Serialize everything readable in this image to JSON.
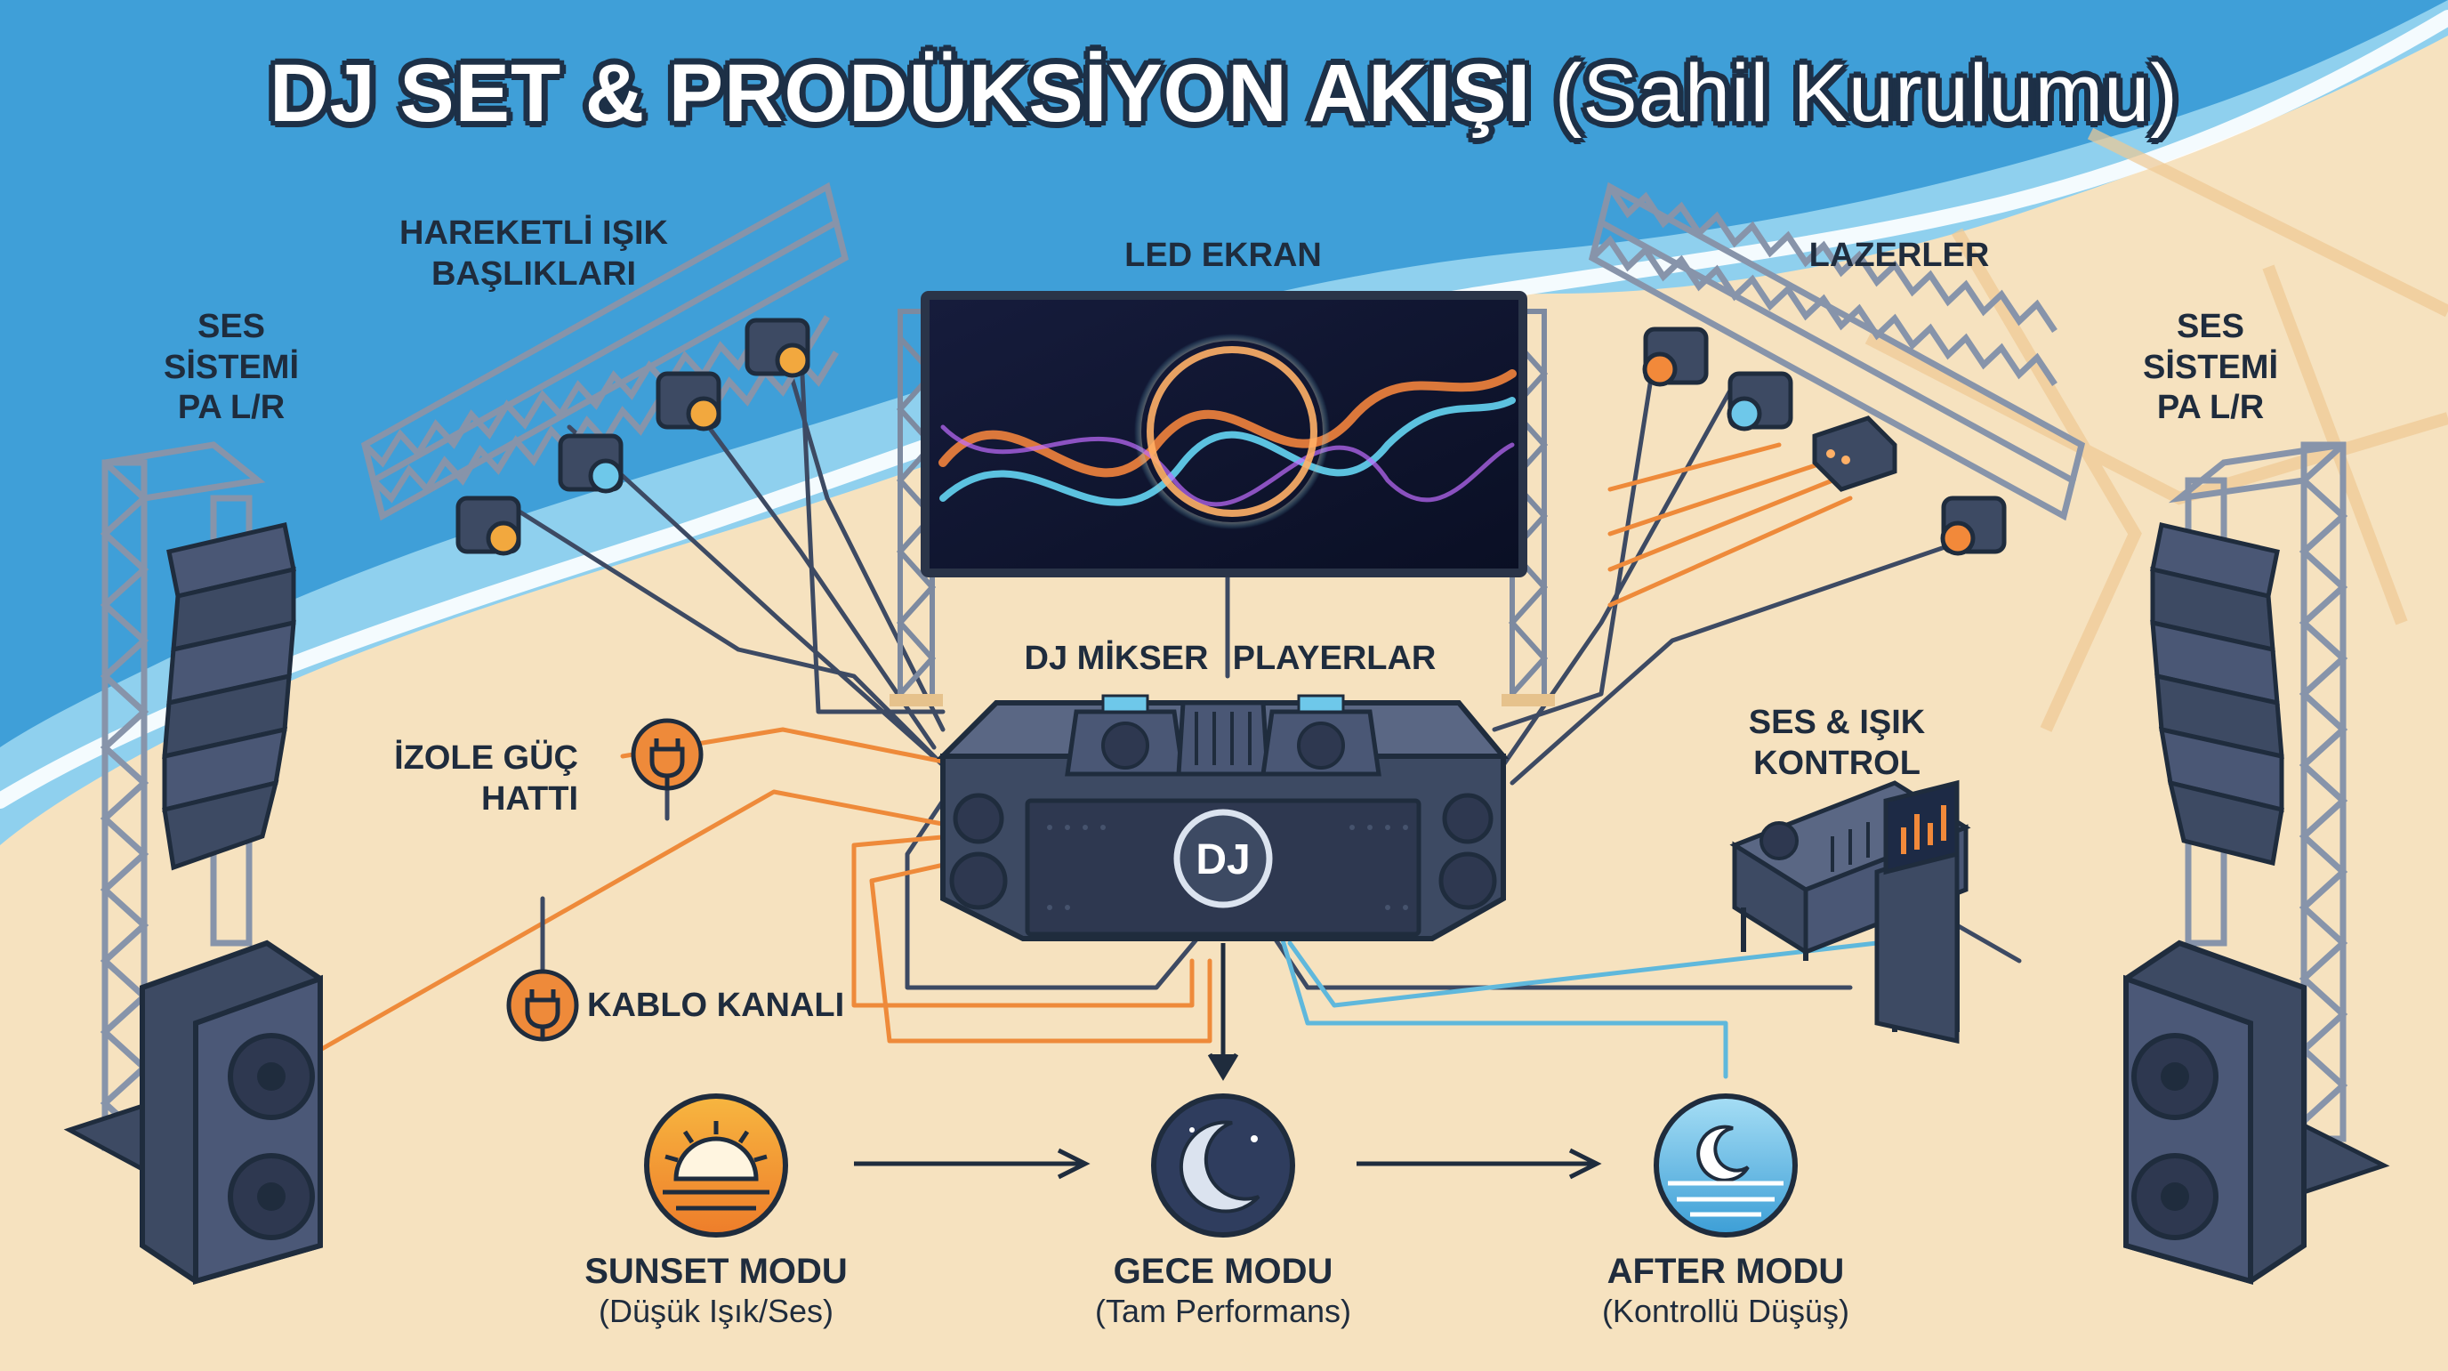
{
  "title": {
    "main": "DJ SET & PRODÜKSİYON AKIŞI",
    "sub": "(Sahil Kurulumu)"
  },
  "labels": {
    "moving_heads": [
      "HAREKETLİ IŞIK",
      "BAŞLIKLARI"
    ],
    "led_screen": "LED EKRAN",
    "lasers": "LAZERLER",
    "pa_left": [
      "SES",
      "SİSTEMİ",
      "PA L/R"
    ],
    "pa_right": [
      "SES",
      "SİSTEMİ",
      "PA L/R"
    ],
    "dj_mixer": "DJ MİKSER",
    "players": "PLAYERLAR",
    "power_line": [
      "İZOLE GÜÇ",
      "HATTI"
    ],
    "cable_channel": "KABLO KANALI",
    "control": [
      "SES & IŞIK",
      "KONTROL"
    ],
    "booth_logo": "DJ"
  },
  "modes": [
    {
      "name": "SUNSET MODU",
      "sub": "(Düşük Işık/Ses)",
      "icon": "sunset-icon"
    },
    {
      "name": "GECE MODU",
      "sub": "(Tam Performans)",
      "icon": "moon-icon"
    },
    {
      "name": "AFTER MODU",
      "sub": "(Kontrollü Düşüş)",
      "icon": "moon-over-water-icon"
    }
  ],
  "colors": {
    "sea": "#3f9fd8",
    "shallow": "#8fd0ee",
    "sand": "#f6e2bf",
    "outline": "#1f2c3d",
    "equipment": "#3d4a63",
    "truss": "#9aa6b8",
    "orange": "#ee8a3a",
    "cyan": "#5fb8dc"
  }
}
